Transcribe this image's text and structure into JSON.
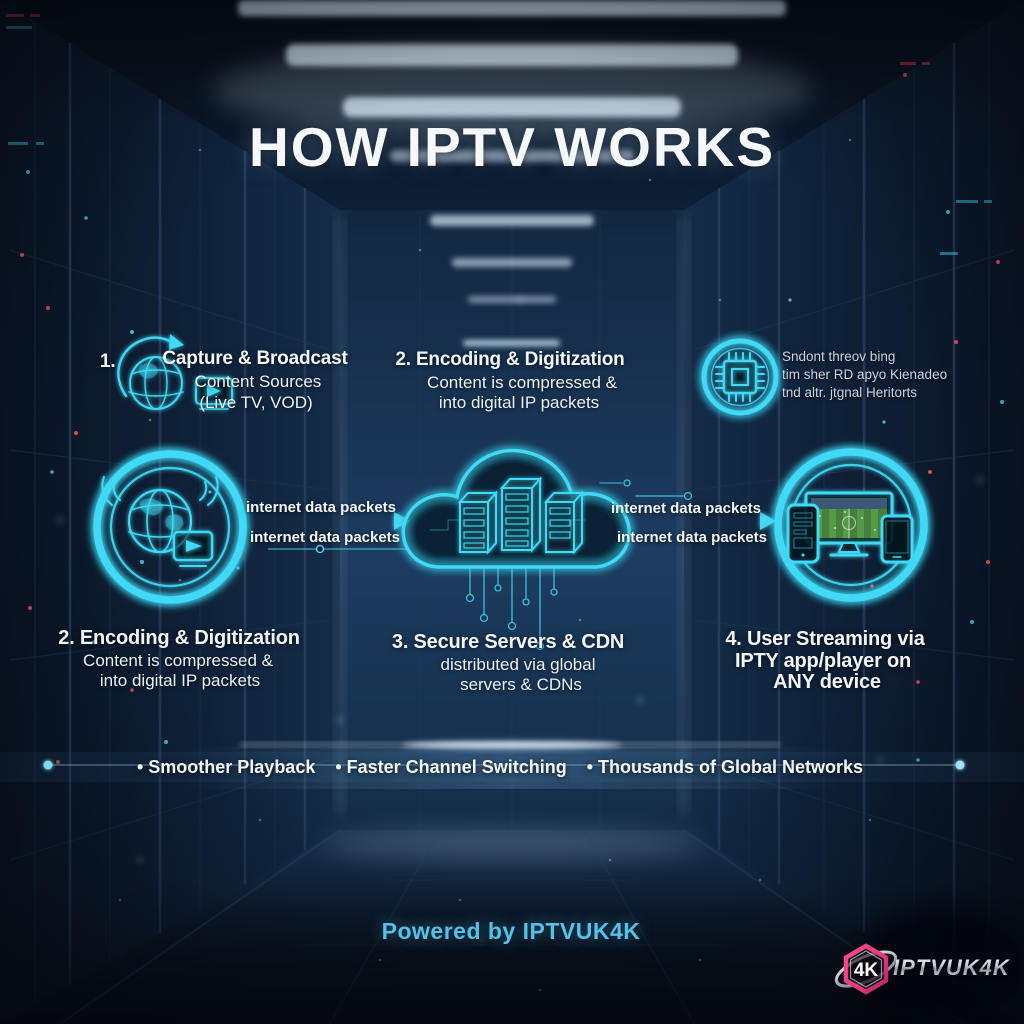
{
  "title": "HOW IPTV WORKS",
  "accent_color": "#3fd9f6",
  "steps_top": {
    "step1": {
      "number": "1.",
      "icon": "globe-broadcast-icon",
      "heading": "Capture & Broadcast",
      "line1": "Content Sources",
      "line2": "(Live TV, VOD)"
    },
    "step2": {
      "heading": "2. Encoding & Digitization",
      "line1": "Content is compressed &",
      "line2": "into digital IP packets"
    },
    "chip_note": {
      "icon": "cpu-chip-icon",
      "line1": "Sndont threov bing",
      "line2": "tim sher RD apyo Kienadeo",
      "line3": "tnd altr. jtgnal Heritorts"
    }
  },
  "diagram": {
    "source_icon": "globe-media-source-icon",
    "cloud_icon": "cloud-servers-icon",
    "devices_icon": "multi-device-streaming-icon",
    "labels": {
      "left_top": "internet data packets",
      "left_bottom": "internet data packets",
      "right_top": "internet data packets",
      "right_bottom": "internet data packets"
    }
  },
  "steps_bottom": {
    "step2": {
      "heading": "2. Encoding & Digitization",
      "line1": "Content is compressed &",
      "line2": "into digital IP packets"
    },
    "step3": {
      "heading": "3. Secure Servers & CDN",
      "line1": "distributed via global",
      "line2": "servers & CDNs"
    },
    "step4": {
      "line1": "4. User Streaming via",
      "line2": "IPTY app/player on",
      "line3": "ANY device"
    }
  },
  "features": {
    "items": [
      "• Smoother Playback",
      "• Faster Channel Switching",
      "• Thousands of Global Networks"
    ]
  },
  "footer": {
    "powered_by": "Powered by IPTVUK4K"
  },
  "logo": {
    "badge": "4K",
    "name": "IPTVUK4K",
    "badge_color": "#e8357c"
  }
}
